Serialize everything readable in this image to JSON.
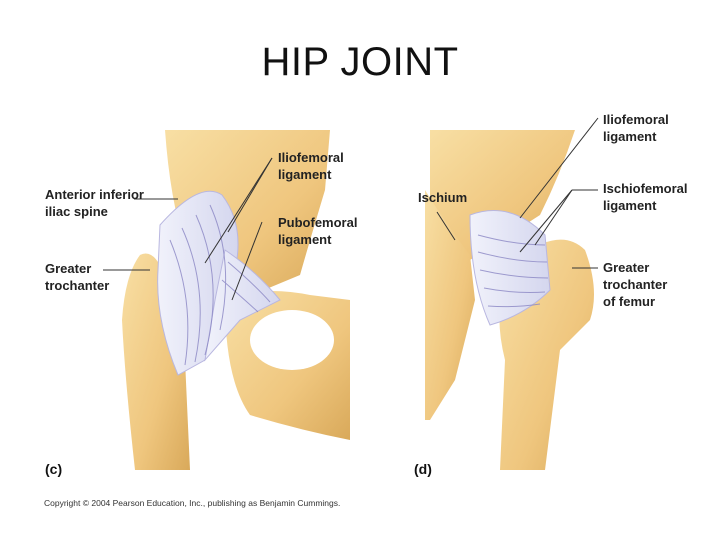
{
  "title": "HIP JOINT",
  "panel_c": {
    "tag": "(c)",
    "labels": {
      "anterior_inferior_1": "Anterior inferior",
      "anterior_inferior_2": "iliac spine",
      "greater_troch_1": "Greater",
      "greater_troch_2": "trochanter",
      "iliofemoral_1": "Iliofemoral",
      "iliofemoral_2": "ligament",
      "pubofemoral_1": "Pubofemoral",
      "pubofemoral_2": "ligament"
    }
  },
  "panel_d": {
    "tag": "(d)",
    "labels": {
      "ischium": "Ischium",
      "iliofemoral_1": "Iliofemoral",
      "iliofemoral_2": "ligament",
      "ischiofemoral_1": "Ischiofemoral",
      "ischiofemoral_2": "ligament",
      "greater_troch_1": "Greater",
      "greater_troch_2": "trochanter",
      "greater_troch_3": "of femur"
    }
  },
  "copyright": "Copyright © 2004 Pearson Education, Inc., publishing as Benjamin Cummings.",
  "colors": {
    "bone": "#f2cf8a",
    "bone_shade": "#d9a95a",
    "ligament": "#e4e6f5",
    "ligament_line": "#8a86c4"
  }
}
